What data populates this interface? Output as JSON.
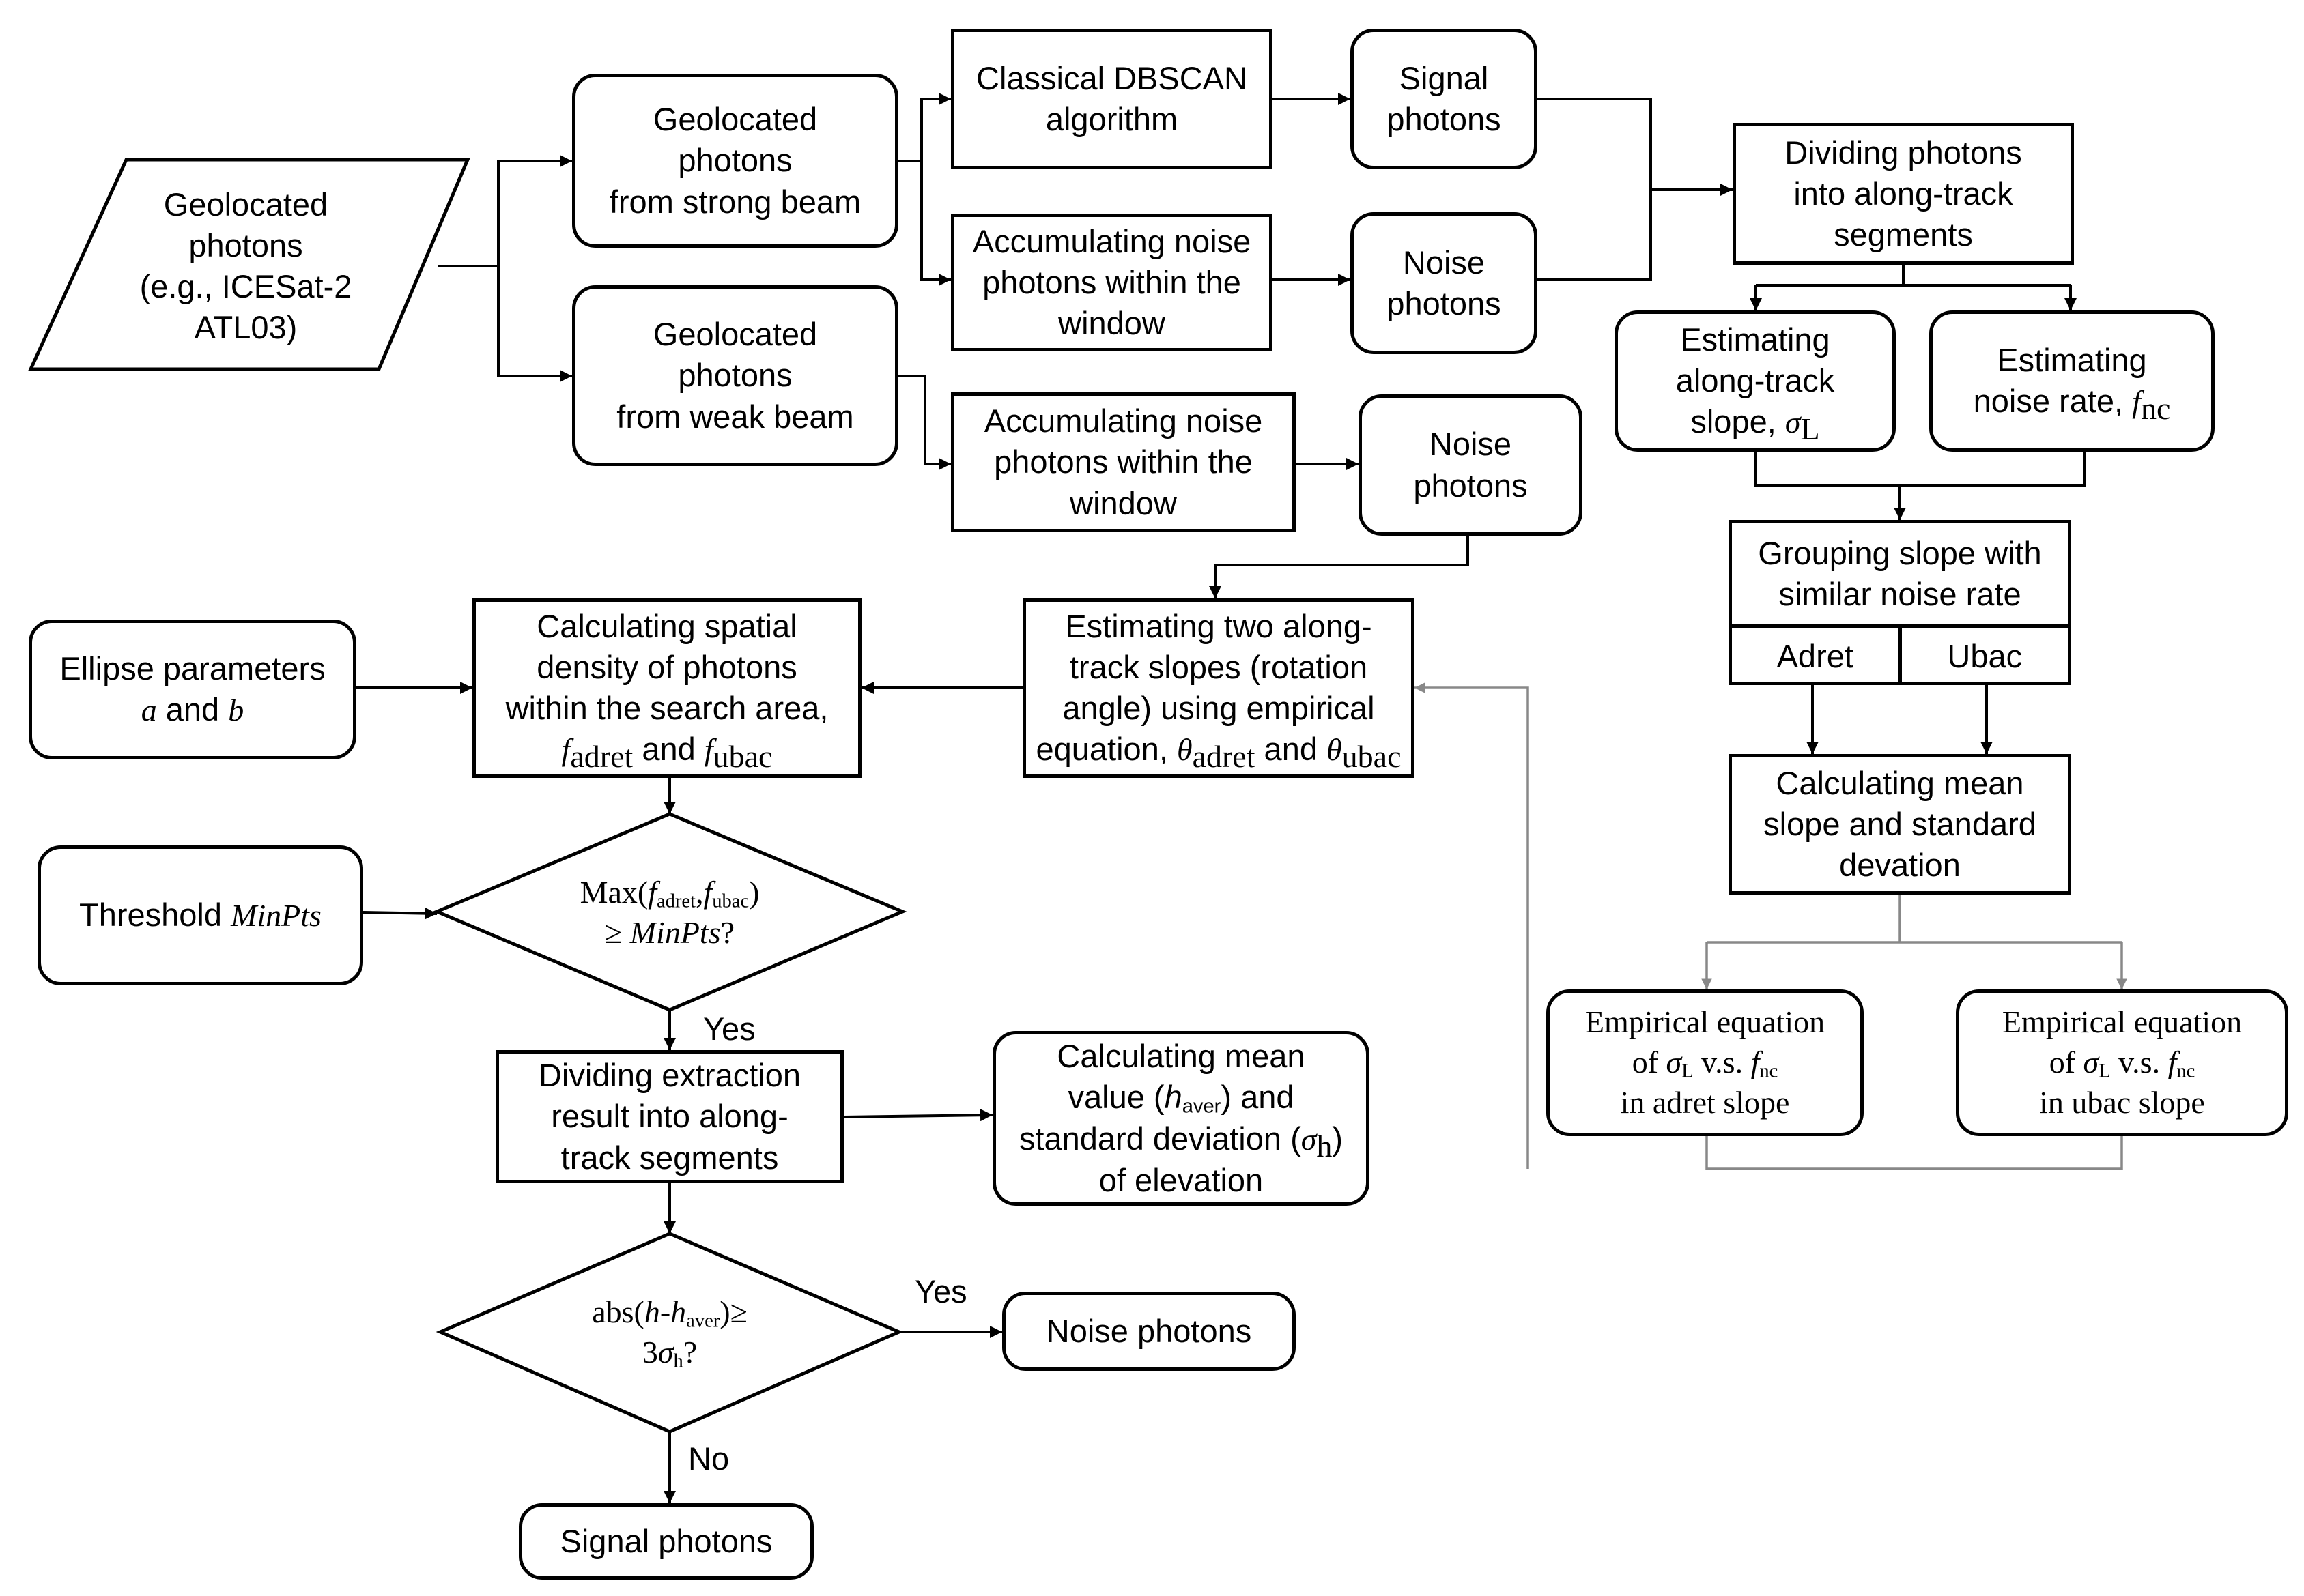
{
  "nodes": {
    "input": {
      "line1": "Geolocated",
      "line2": "photons",
      "line3": "(e.g., ICESat-2",
      "line4": "ATL03)"
    },
    "strong_beam": {
      "line1": "Geolocated",
      "line2": "photons",
      "line3": "from strong beam"
    },
    "weak_beam": {
      "line1": "Geolocated",
      "line2": "photons",
      "line3": "from weak beam"
    },
    "dbscan": {
      "line1": "Classical DBSCAN",
      "line2": "algorithm"
    },
    "accum_noise_1": {
      "line1": "Accumulating noise",
      "line2": "photons within the",
      "line3": "window"
    },
    "accum_noise_2": {
      "line1": "Accumulating noise",
      "line2": "photons within the",
      "line3": "window"
    },
    "signal_photons_top": {
      "line1": "Signal",
      "line2": "photons"
    },
    "noise_photons_1": {
      "line1": "Noise",
      "line2": "photons"
    },
    "noise_photons_2": {
      "line1": "Noise",
      "line2": "photons"
    },
    "dividing_photons": {
      "line1": "Dividing photons",
      "line2": "into along-track",
      "line3": "segments"
    },
    "est_slope": {
      "line1": "Estimating",
      "line2": "along-track",
      "line3": "slope, ",
      "sym": "σ",
      "sub": "L"
    },
    "est_noise": {
      "line1": "Estimating",
      "line2": "noise rate, ",
      "sym": "f",
      "sub": "nc"
    },
    "grouping": {
      "line1": "Grouping slope with",
      "line2": "similar noise rate",
      "adret": "Adret",
      "ubac": "Ubac"
    },
    "mean_slope": {
      "line1": "Calculating mean",
      "line2": "slope and standard",
      "line3": "devation"
    },
    "emp_adret": {
      "line1": "Empirical equation",
      "of": "of ",
      "sym1": "σ",
      "sub1": "L",
      "vs": " v.s. ",
      "sym2": "f",
      "sub2": "nc",
      "line3": "in adret slope"
    },
    "emp_ubac": {
      "line1": "Empirical equation",
      "of": "of ",
      "sym1": "σ",
      "sub1": "L",
      "vs": " v.s. ",
      "sym2": "f",
      "sub2": "nc",
      "line3": "in ubac slope"
    },
    "est_two_slopes": {
      "line1": "Estimating two along-",
      "line2": "track slopes (rotation",
      "line3": "angle) using empirical",
      "line4a": "equation, ",
      "sym": "θ",
      "sub1": "adret",
      "and": " and ",
      "sub2": "ubac"
    },
    "spatial_density": {
      "line1": "Calculating spatial",
      "line2": "density of photons",
      "line3": "within the search area,",
      "sym": "f",
      "sub1": "adret",
      "and": " and ",
      "sub2": "ubac"
    },
    "ellipse": {
      "line1": "Ellipse parameters",
      "a": "a",
      "and": " and ",
      "b": "b"
    },
    "threshold": {
      "text": "Threshold ",
      "var": "MinPts"
    },
    "decision_1": {
      "max": "Max(",
      "f": "f",
      "sub1": "adret",
      "comma": ",",
      "sub2": "ubac",
      "close": ")",
      "ge": "≥ ",
      "var": "MinPts",
      "q": "?"
    },
    "dividing_extraction": {
      "line1": "Dividing extraction",
      "line2": "result into along-",
      "line3": "track segments"
    },
    "calc_mean": {
      "line1": "Calculating mean",
      "line2a": "value (",
      "h": "h",
      "hsub": "aver",
      "line2b": ") and",
      "line3a": "standard deviation (",
      "sym": "σ",
      "sub": "h",
      "line3b": ")",
      "line4": "of elevation"
    },
    "decision_2": {
      "abs": "abs(",
      "h": "h",
      "dash": "-",
      "h2": "h",
      "sub": "aver",
      "close": ")",
      "ge": "≥",
      "three": "3",
      "sym": "σ",
      "sub2": "h",
      "q": "?"
    },
    "noise_photons_out": {
      "text": "Noise photons"
    },
    "signal_photons_out": {
      "text": "Signal photons"
    }
  },
  "edge_labels": {
    "yes_1": "Yes",
    "yes_2": "Yes",
    "no": "No"
  }
}
